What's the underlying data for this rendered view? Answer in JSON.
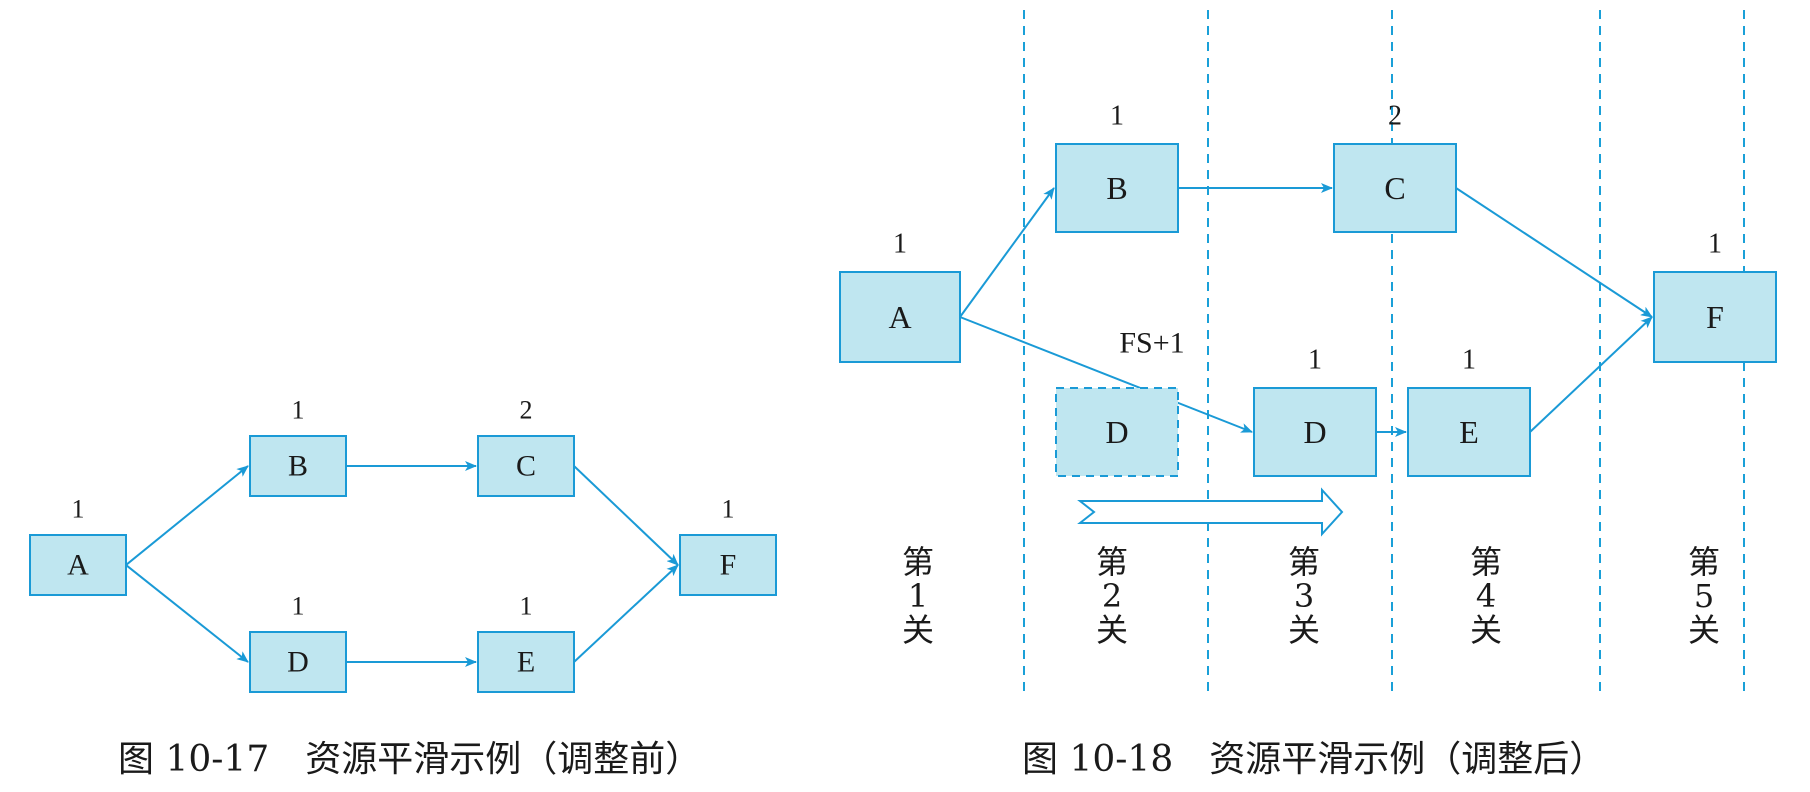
{
  "colors": {
    "node_fill": "#bfe6f0",
    "node_stroke": "#1a9ad6",
    "arrow": "#1a9ad6",
    "guide": "#1aa0d8",
    "text": "#1a1a1a"
  },
  "figure_left": {
    "caption": "图 10-17　资源平滑示例（调整前）",
    "nodes": [
      {
        "id": "A",
        "label": "A",
        "resource": "1"
      },
      {
        "id": "B",
        "label": "B",
        "resource": "1"
      },
      {
        "id": "C",
        "label": "C",
        "resource": "2"
      },
      {
        "id": "D",
        "label": "D",
        "resource": "1"
      },
      {
        "id": "E",
        "label": "E",
        "resource": "1"
      },
      {
        "id": "F",
        "label": "F",
        "resource": "1"
      }
    ],
    "edges": [
      [
        "A",
        "B"
      ],
      [
        "B",
        "C"
      ],
      [
        "C",
        "F"
      ],
      [
        "A",
        "D"
      ],
      [
        "D",
        "E"
      ],
      [
        "E",
        "F"
      ]
    ]
  },
  "figure_right": {
    "caption": "图 10-18　资源平滑示例（调整后）",
    "nodes": [
      {
        "id": "A",
        "label": "A",
        "resource": "1"
      },
      {
        "id": "B",
        "label": "B",
        "resource": "1"
      },
      {
        "id": "C",
        "label": "C",
        "resource": "2"
      },
      {
        "id": "D_old",
        "label": "D",
        "resource": ""
      },
      {
        "id": "D",
        "label": "D",
        "resource": "1"
      },
      {
        "id": "E",
        "label": "E",
        "resource": "1"
      },
      {
        "id": "F",
        "label": "F",
        "resource": "1"
      }
    ],
    "edges": [
      [
        "A",
        "B"
      ],
      [
        "B",
        "C"
      ],
      [
        "C",
        "F"
      ],
      [
        "A",
        "D"
      ],
      [
        "D",
        "E"
      ],
      [
        "E",
        "F"
      ]
    ],
    "lag_label": "FS+1",
    "stages": [
      [
        "第",
        "1",
        "关"
      ],
      [
        "第",
        "2",
        "关"
      ],
      [
        "第",
        "3",
        "关"
      ],
      [
        "第",
        "4",
        "关"
      ],
      [
        "第",
        "5",
        "关"
      ]
    ]
  }
}
